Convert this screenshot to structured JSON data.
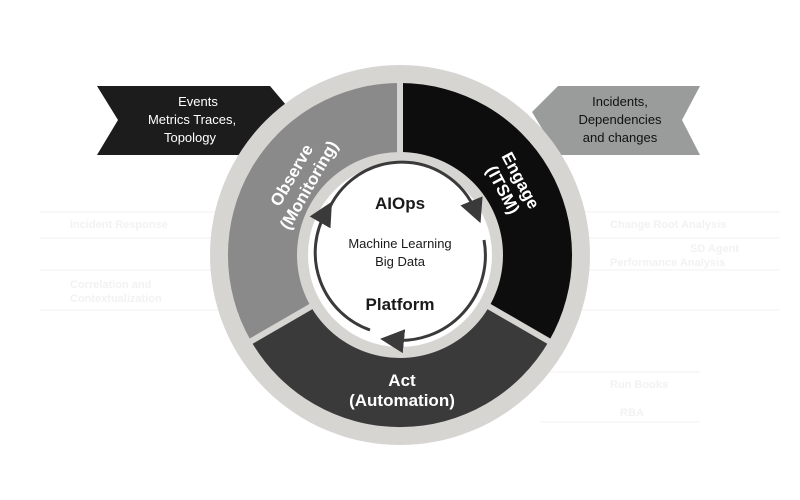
{
  "left_banner": {
    "lines": [
      "Events",
      "Metrics Traces,",
      "Topology"
    ]
  },
  "right_banner": {
    "lines": [
      "Incidents,",
      "Dependencies",
      "and changes"
    ]
  },
  "segments": {
    "observe": {
      "line1": "Observe",
      "line2": "(Monitoring)",
      "color": "#8a8a8a"
    },
    "engage": {
      "line1": "Engage",
      "line2": "(ITSM)",
      "color": "#0d0d0d"
    },
    "act": {
      "line1": "Act",
      "line2": "(Automation)",
      "color": "#3a3a3a"
    }
  },
  "center": {
    "top": "AIOps",
    "mid1": "Machine Learning",
    "mid2": "Big Data",
    "bottom": "Platform"
  },
  "ghost_labels": {
    "left1": "Incident Response",
    "left2": "Correlation and",
    "left3": "Contextualization",
    "right1": "Change Root Analysis",
    "right2": "SD Agent",
    "right3": "Performance Analysis",
    "right4": "Run Books",
    "right5": "RBA"
  },
  "colors": {
    "outer_ring": "#d6d5d2",
    "left_banner": "#1c1c1c",
    "right_banner": "#9a9b9b",
    "arrow": "#3a3a3a"
  }
}
